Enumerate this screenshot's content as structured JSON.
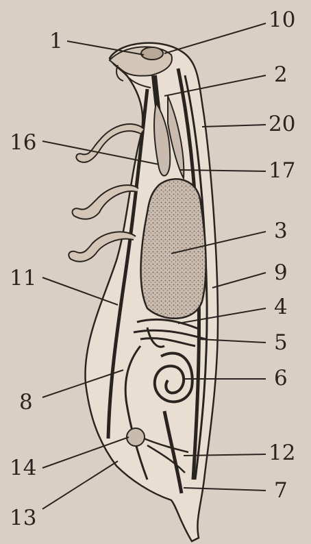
{
  "labels": {
    "l1": "1",
    "l10": "10",
    "l2": "2",
    "l20": "20",
    "l16": "16",
    "l17": "17",
    "l3": "3",
    "l9": "9",
    "l11": "11",
    "l4": "4",
    "l5": "5",
    "l6": "6",
    "l8": "8",
    "l12": "12",
    "l14": "14",
    "l7": "7",
    "l13": "13"
  },
  "colors": {
    "paper": "#d9cfc4",
    "ink": "#2a2420",
    "body_fill": "#e8ded2",
    "organ_fill": "#b8a898"
  }
}
